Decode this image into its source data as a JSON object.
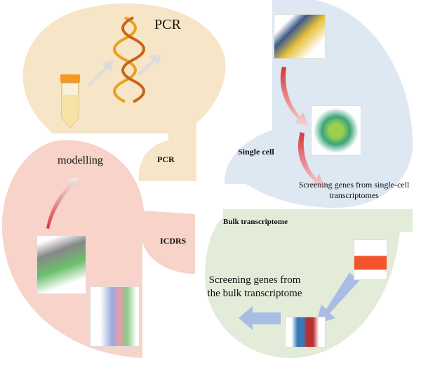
{
  "colors": {
    "pcr": "#f6e5c6",
    "icdrs": "#f8d3c9",
    "single_cell": "#dde8f3",
    "bulk": "#e3ecd8",
    "arrow_blue": "#a9bde4",
    "arrow_red": "#d9343a"
  },
  "pcr_panel": {
    "title": "PCR",
    "tab_label": "PCR"
  },
  "icdrs_panel": {
    "caption": "modelling",
    "tab_label": "ICDRS"
  },
  "single_cell_panel": {
    "tab_label": "Single cell",
    "caption": "Screening genes from single-cell transcriptomes"
  },
  "bulk_panel": {
    "tab_label": "Bulk transcriptome",
    "caption": "Screening genes from the bulk transcriptome"
  }
}
